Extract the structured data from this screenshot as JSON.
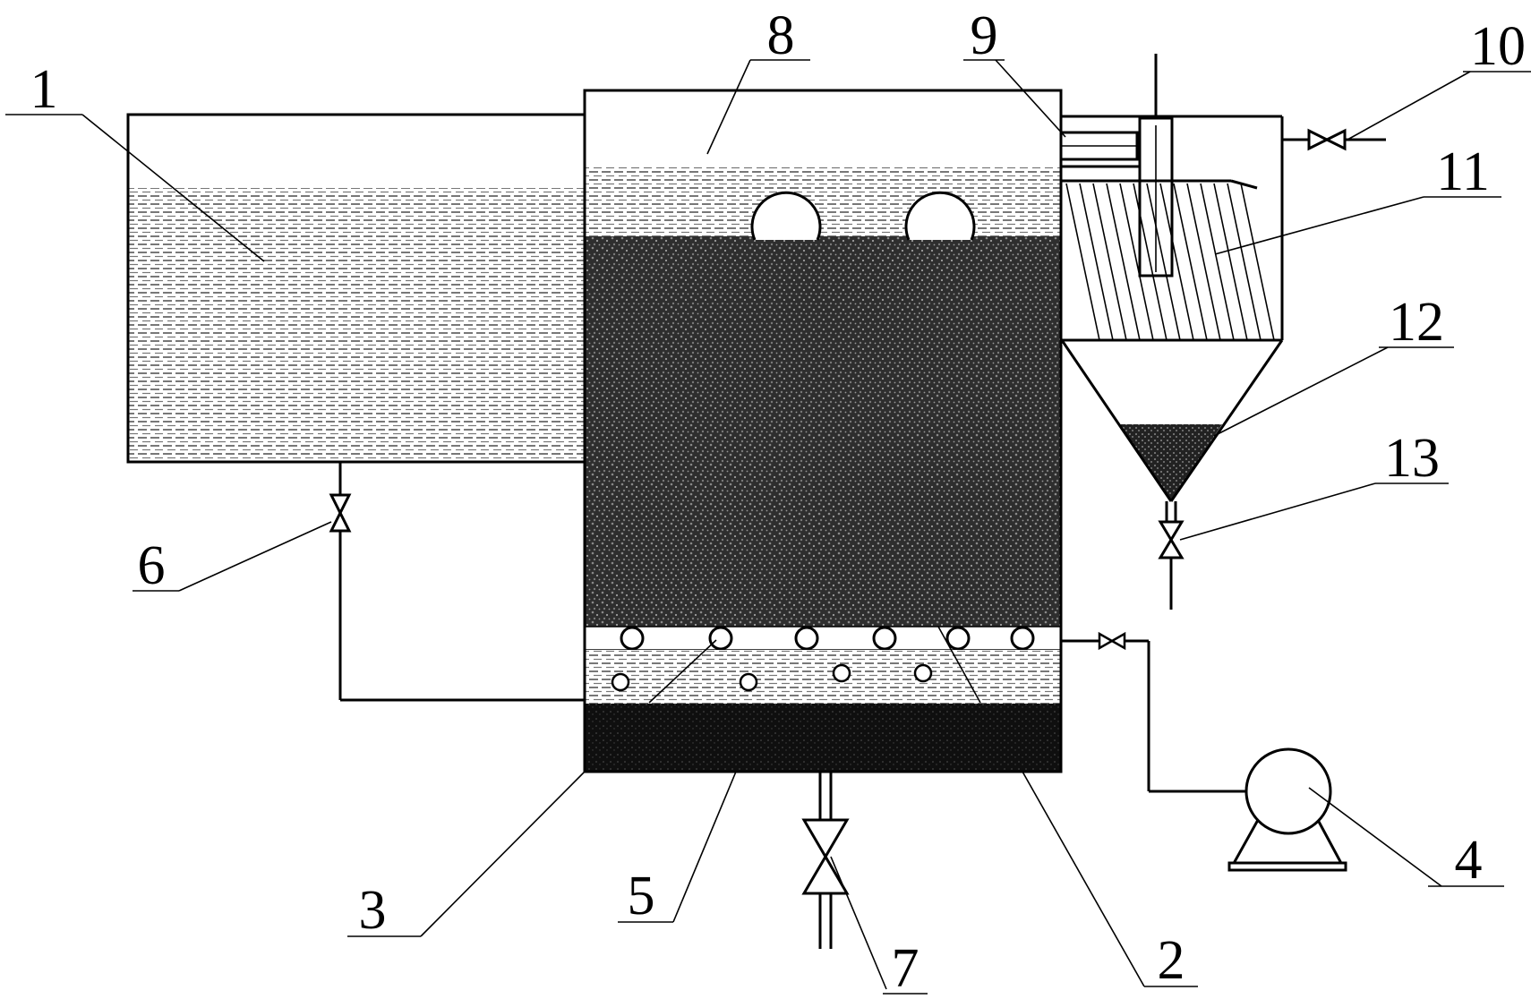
{
  "diagram": {
    "labels": {
      "l1": "1",
      "l2": "2",
      "l3": "3",
      "l4": "4",
      "l5": "5",
      "l6": "6",
      "l7": "7",
      "l8": "8",
      "l9": "9",
      "l10": "10",
      "l11": "11",
      "l12": "12",
      "l13": "13"
    },
    "colors": {
      "line": "#000000",
      "hatch": "#555555",
      "sludge": "#3a3a3a",
      "bottom": "#111111",
      "background": "#ffffff"
    }
  }
}
